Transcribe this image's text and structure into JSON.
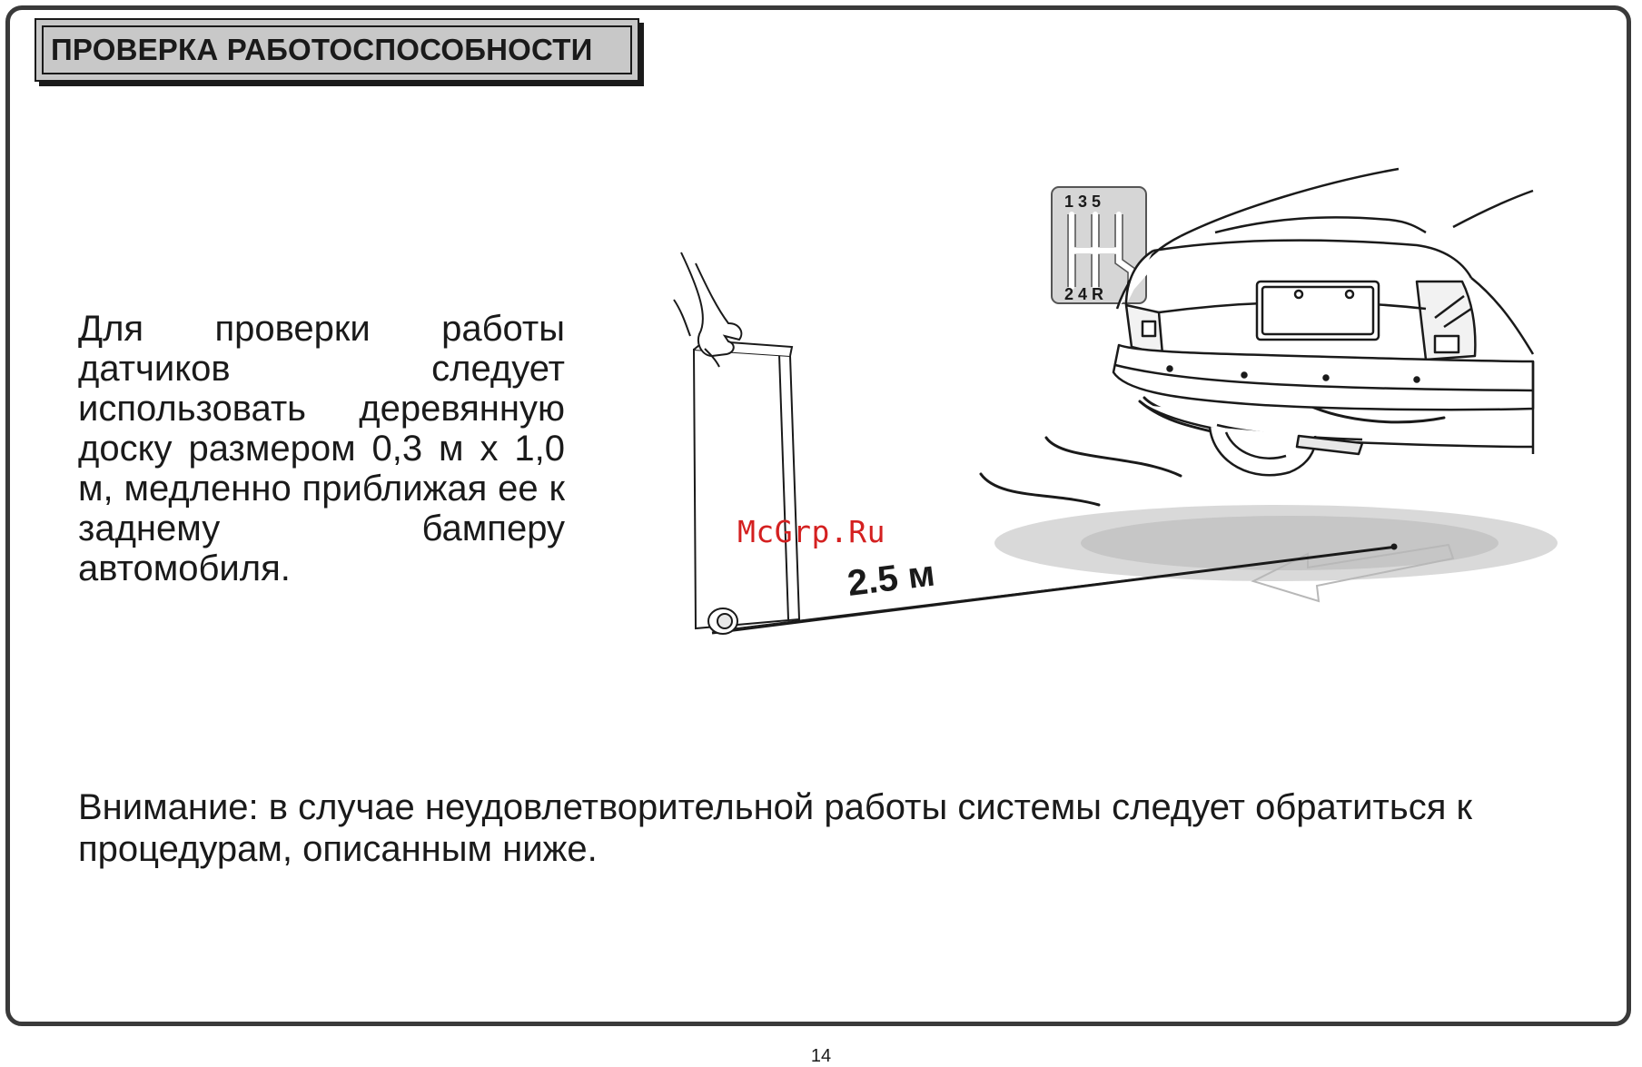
{
  "header": {
    "title": "ПРОВЕРКА РАБОТОСПОСОБНОСТИ"
  },
  "content": {
    "paragraph": "Для проверки работы датчиков следует использовать деревянную доску размером 0,3 м х 1,0 м, медленно приближая ее к заднему бамперу автомобиля.",
    "note": "Внимание: в случае неудовлетворительной работы системы следует обратиться к процедурам, описанным ниже."
  },
  "illustration": {
    "distance_label": "2.5 м",
    "gear_top": "1 3 5",
    "gear_bottom": "2 4 R",
    "icons": [
      "hand-holding-board",
      "gear-shift-pattern-icon",
      "car-rear",
      "sensor-wave-icon"
    ]
  },
  "watermark": "McGrp.Ru",
  "footer": {
    "page_number": "14"
  }
}
